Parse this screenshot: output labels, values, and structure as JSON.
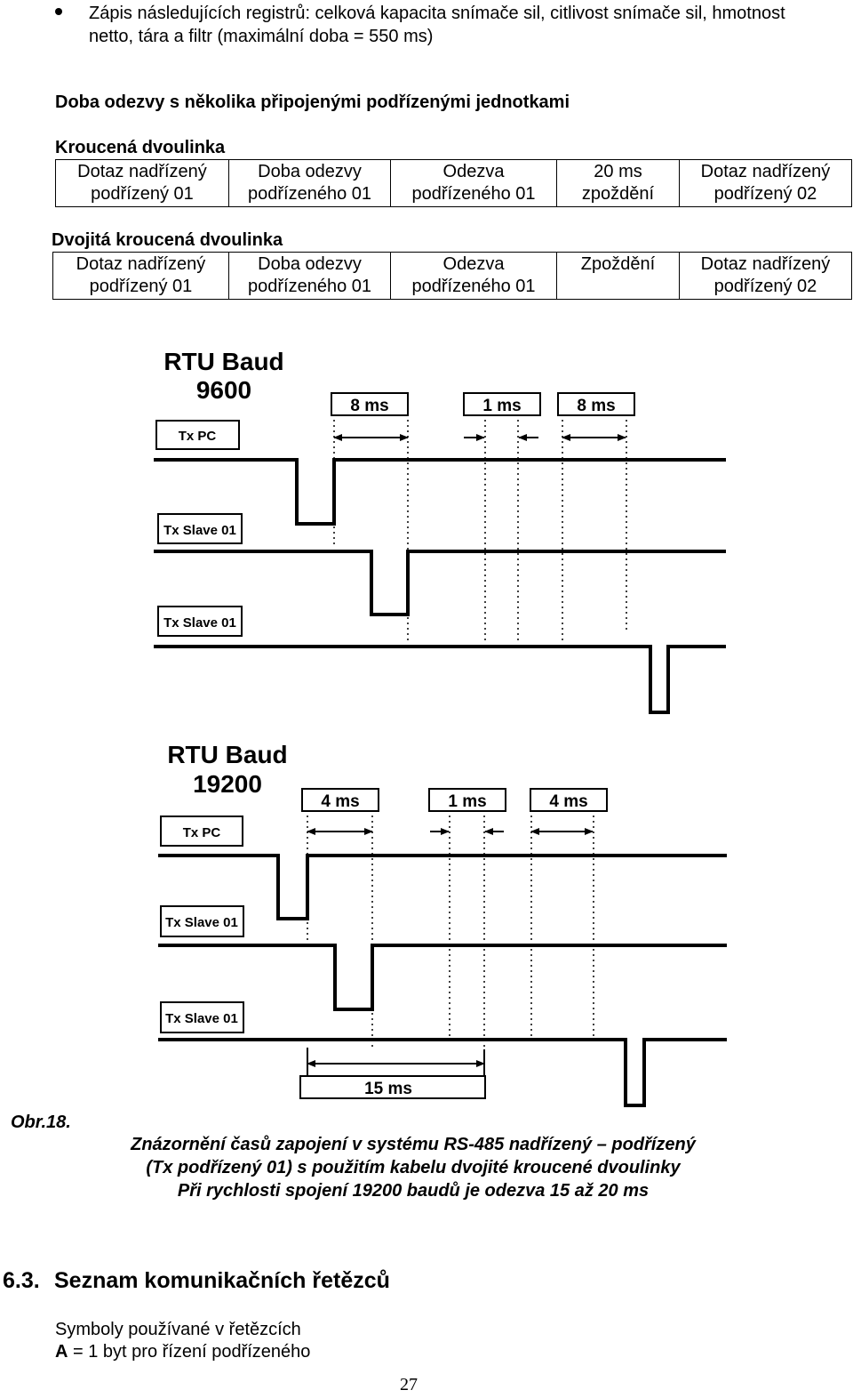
{
  "bullet": "Zápis následujících registrů: celková kapacita snímače sil, citlivost snímače sil, hmotnost netto, tára a filtr (maximální doba = 550 ms)",
  "heading": "Doba odezvy s několika připojenými podřízenými jednotkami",
  "table1": {
    "title": "Kroucená dvoulinka",
    "cells": [
      [
        "Dotaz nadřízený",
        "podřízený 01"
      ],
      [
        "Doba odezvy",
        "podřízeného 01"
      ],
      [
        "Odezva",
        "podřízeného 01"
      ],
      [
        "20 ms",
        "zpoždění"
      ],
      [
        "Dotaz nadřízený",
        "podřízený 02"
      ]
    ]
  },
  "table2": {
    "title": "Dvojitá kroucená dvoulinka",
    "cells": [
      [
        "Dotaz nadřízený",
        "podřízený 01"
      ],
      [
        "Doba odezvy",
        "podřízeného 01"
      ],
      [
        "Odezva",
        "podřízeného 01"
      ],
      [
        "Zpoždění",
        ""
      ],
      [
        "Dotaz nadřízený",
        "podřízený 02"
      ]
    ]
  },
  "diagram1": {
    "title_line1": "RTU Baud",
    "title_line2": "9600",
    "interval_a": "8 ms",
    "interval_b": "1 ms",
    "interval_c": "8 ms",
    "signal_pc": "Tx PC",
    "signal_slave_a": "Tx Slave 01",
    "signal_slave_b": "Tx Slave 01"
  },
  "diagram2": {
    "title_line1": "RTU Baud",
    "title_line2": "19200",
    "interval_a": "4 ms",
    "interval_b": "1 ms",
    "interval_c": "4 ms",
    "signal_pc": "Tx PC",
    "signal_slave_a": "Tx Slave 01",
    "signal_slave_b": "Tx Slave 01",
    "total": "15 ms"
  },
  "figure": {
    "label": "Obr.18.",
    "caption_line1": "Znázornění časů zapojení v systému RS-485 nadřízený – podřízený",
    "caption_line2": "(Tx podřízený 01) s použitím kabelu dvojité kroucené dvoulinky",
    "caption_line3": "Při rychlosti spojení 19200 baudů je odezva 15 až 20 ms"
  },
  "section": {
    "number": "6.3.",
    "title": "Seznam komunikačních řetězců"
  },
  "symbols_intro": "Symboly používané v řetězcích",
  "symbol_a_key": "A",
  "symbol_a_desc": " = 1 byt pro řízení podřízeného",
  "page_number": "27"
}
